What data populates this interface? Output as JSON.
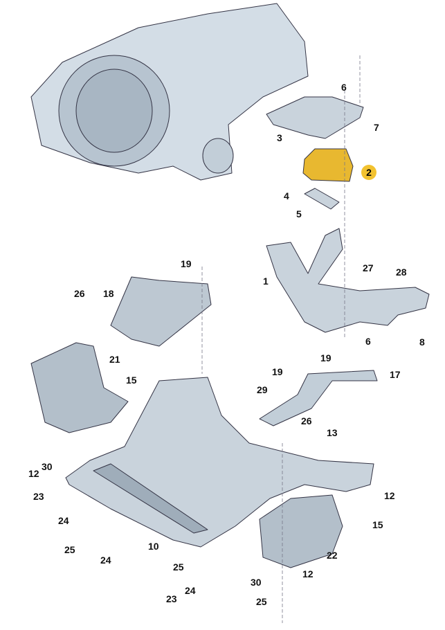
{
  "diagram": {
    "highlight_color": "#f2c230",
    "part_color": "#c9d3dc",
    "highlighted_part": "2",
    "callouts": [
      "6",
      "7",
      "3",
      "2",
      "4",
      "5",
      "19",
      "1",
      "27",
      "28",
      "26",
      "18",
      "6",
      "8",
      "21",
      "19",
      "19",
      "17",
      "15",
      "29",
      "26",
      "13",
      "12",
      "30",
      "23",
      "12",
      "24",
      "15",
      "10",
      "25",
      "24",
      "22",
      "25",
      "12",
      "30",
      "23",
      "24",
      "25"
    ]
  }
}
